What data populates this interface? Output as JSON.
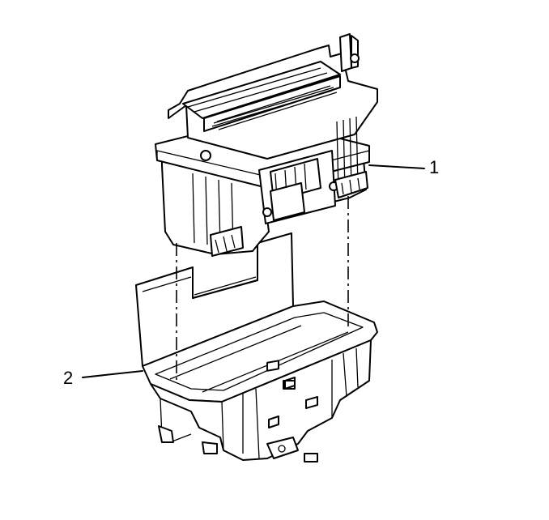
{
  "diagram": {
    "callouts": [
      {
        "id": "1",
        "text": "1"
      },
      {
        "id": "2",
        "text": "2"
      }
    ],
    "colors": {
      "ink": "#000000",
      "paper": "#ffffff"
    }
  }
}
